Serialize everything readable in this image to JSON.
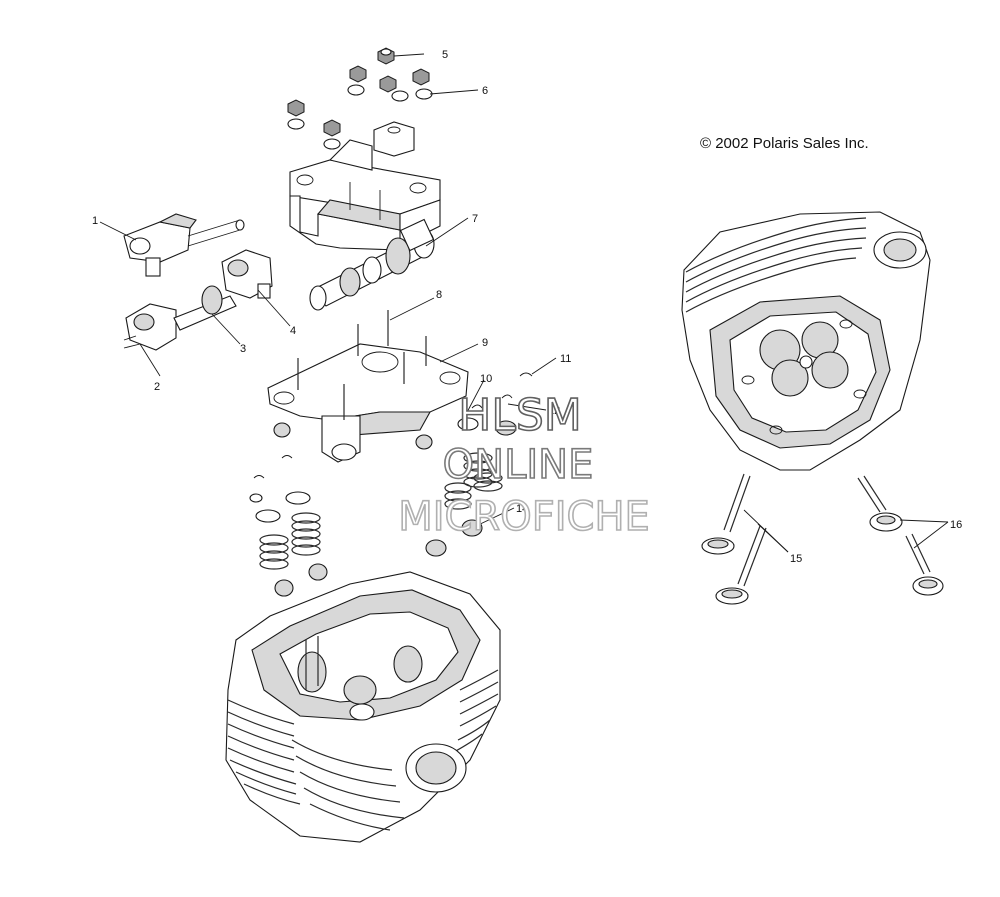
{
  "copyright": "© 2002 Polaris Sales Inc.",
  "watermark": {
    "line1": "HLSM",
    "line2": "ONLINE",
    "line3": "MICROFICHE"
  },
  "callouts": {
    "c1": "1",
    "c2": "2",
    "c3": "3",
    "c4": "4",
    "c5": "5",
    "c6": "6",
    "c7": "7",
    "c8": "8",
    "c9": "9",
    "c10": "10",
    "c11": "11",
    "c12": "12",
    "c14": "14",
    "c15": "15",
    "c16": "16"
  }
}
